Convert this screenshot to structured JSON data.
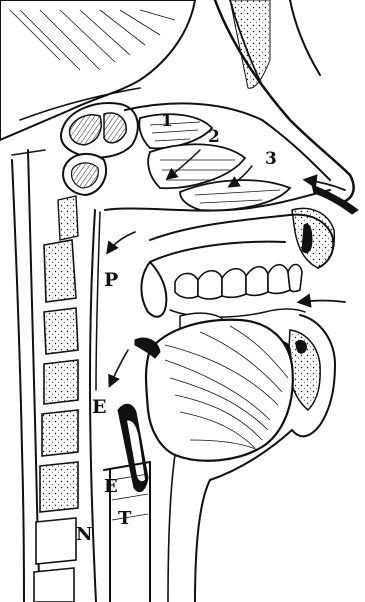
{
  "labels": {
    "turbinate_1": "1",
    "turbinate_2": "2",
    "turbinate_3": "3",
    "pharynx": "P",
    "epiglottis": "E",
    "esophagus_entry": "E",
    "trachea": "T",
    "neck": "N"
  },
  "colors": {
    "ink": "#111111",
    "paper": "#ffffff"
  }
}
